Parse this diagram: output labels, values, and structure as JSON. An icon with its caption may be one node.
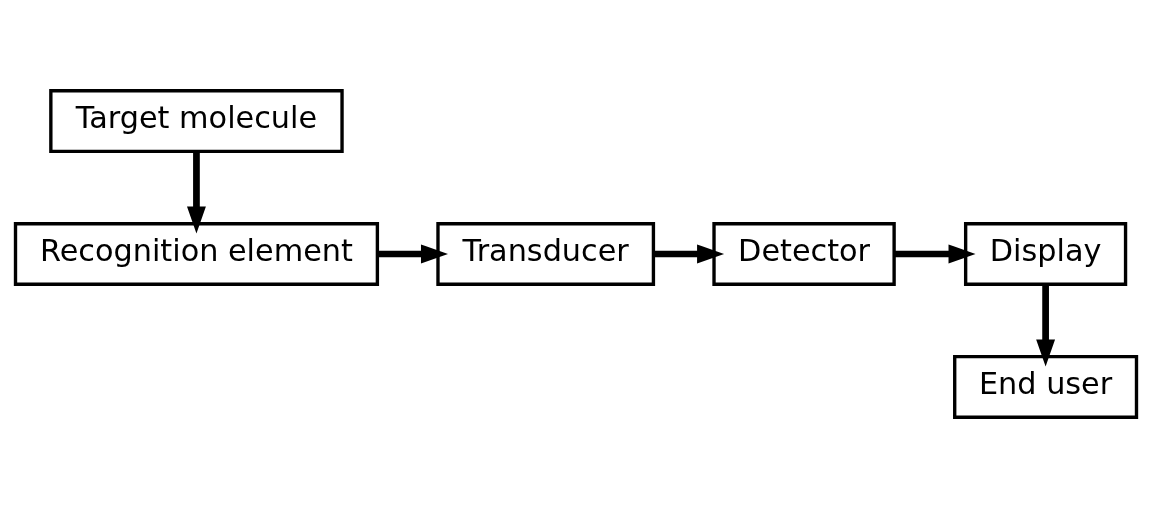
{
  "diagram": {
    "nodes": [
      {
        "text": [
          "Target molecule"
        ]
      },
      {
        "text": [
          "Recognition element"
        ]
      },
      {
        "text": [
          "Transducer"
        ]
      },
      {
        "text": [
          "Detector"
        ]
      },
      {
        "text": [
          "Display"
        ]
      },
      {
        "text": [
          "End user"
        ]
      }
    ],
    "edges": [
      {
        "from": 0,
        "to": 1,
        "arrow": "to"
      },
      {
        "from": 1,
        "to": 2,
        "arrow": "to"
      },
      {
        "from": 2,
        "to": 3,
        "arrow": "to"
      },
      {
        "from": 3,
        "to": 4,
        "arrow": "to"
      },
      {
        "from": 4,
        "to": 5,
        "arrow": "to"
      }
    ]
  }
}
